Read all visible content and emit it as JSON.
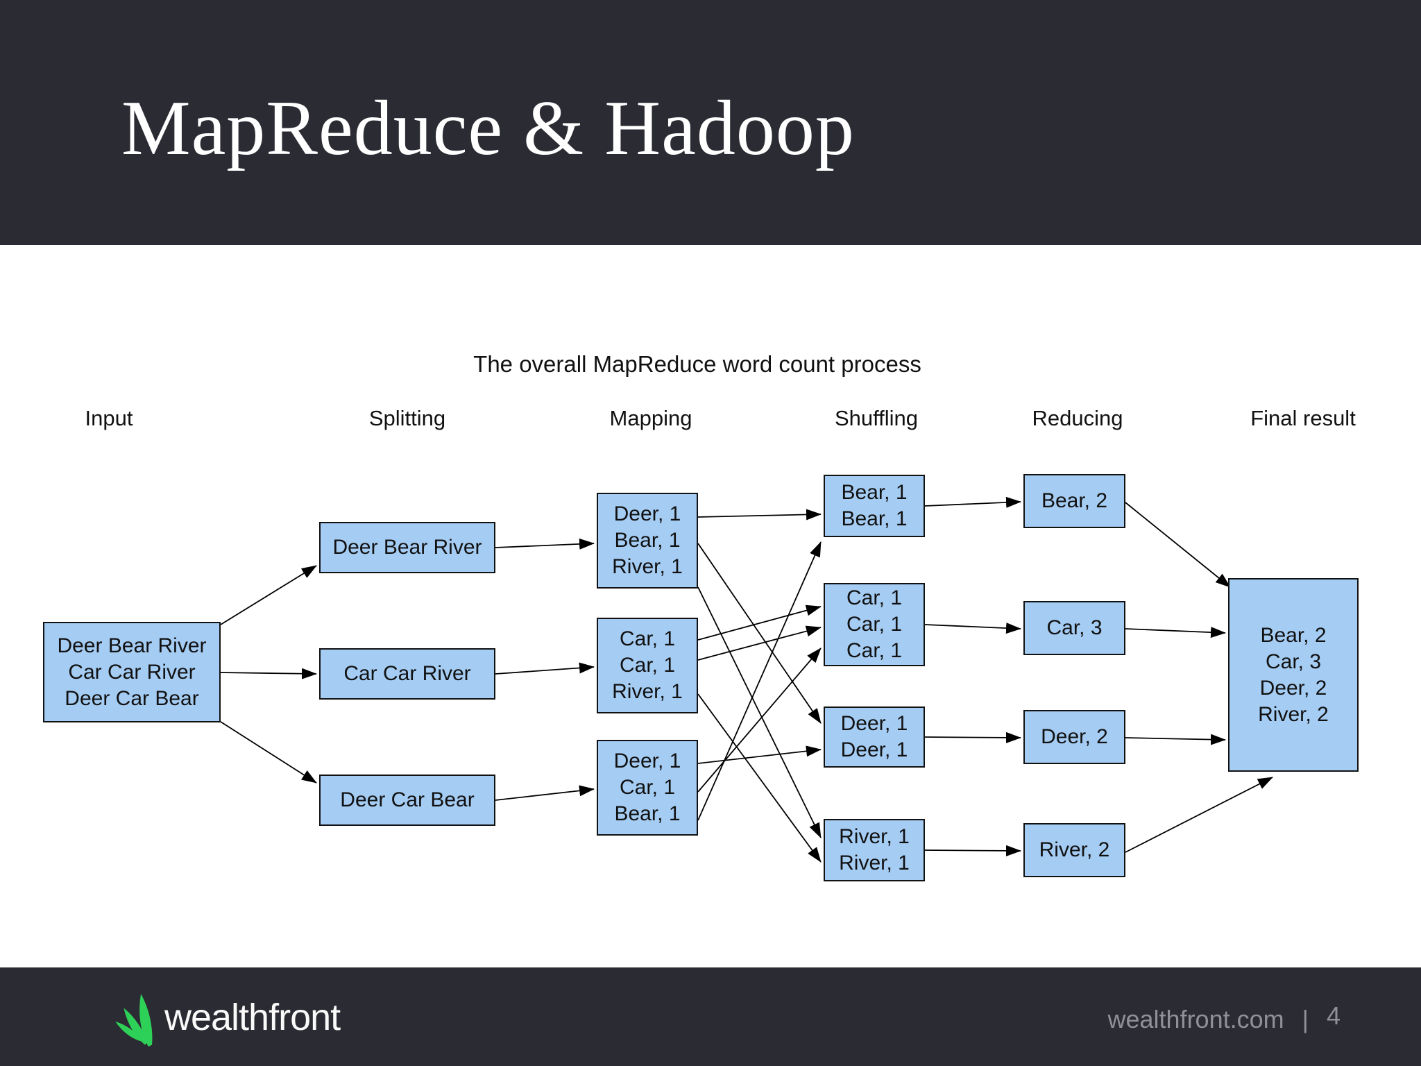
{
  "header": {
    "title": "MapReduce & Hadoop"
  },
  "diagram": {
    "title": "The overall MapReduce word count process",
    "column_headers": [
      "Input",
      "Splitting",
      "Mapping",
      "Shuffling",
      "Reducing",
      "Final result"
    ],
    "input_box": {
      "lines": [
        "Deer Bear River",
        "Car Car River",
        "Deer Car Bear"
      ]
    },
    "splitting_boxes": [
      "Deer Bear River",
      "Car Car River",
      "Deer Car Bear"
    ],
    "mapping_boxes": [
      [
        "Deer, 1",
        "Bear, 1",
        "River, 1"
      ],
      [
        "Car, 1",
        "Car, 1",
        "River, 1"
      ],
      [
        "Deer, 1",
        "Car, 1",
        "Bear, 1"
      ]
    ],
    "shuffling_boxes": [
      [
        "Bear, 1",
        "Bear, 1"
      ],
      [
        "Car, 1",
        "Car, 1",
        "Car, 1"
      ],
      [
        "Deer, 1",
        "Deer, 1"
      ],
      [
        "River, 1",
        "River, 1"
      ]
    ],
    "reducing_boxes": [
      "Bear, 2",
      "Car, 3",
      "Deer, 2",
      "River, 2"
    ],
    "final_box": {
      "lines": [
        "Bear, 2",
        "Car, 3",
        "Deer, 2",
        "River, 2"
      ]
    }
  },
  "footer": {
    "brand": "wealthfront",
    "url": "wealthfront.com",
    "divider": "|",
    "page_number": "4"
  },
  "colors": {
    "band": "#2b2b33",
    "content_bg": "#ffffff",
    "box_fill": "#a5ccf3",
    "box_border": "#111111",
    "arrow": "#000000",
    "logo_green": "#2ed158",
    "footer_text": "#8f9098",
    "title_text": "#ffffff"
  }
}
